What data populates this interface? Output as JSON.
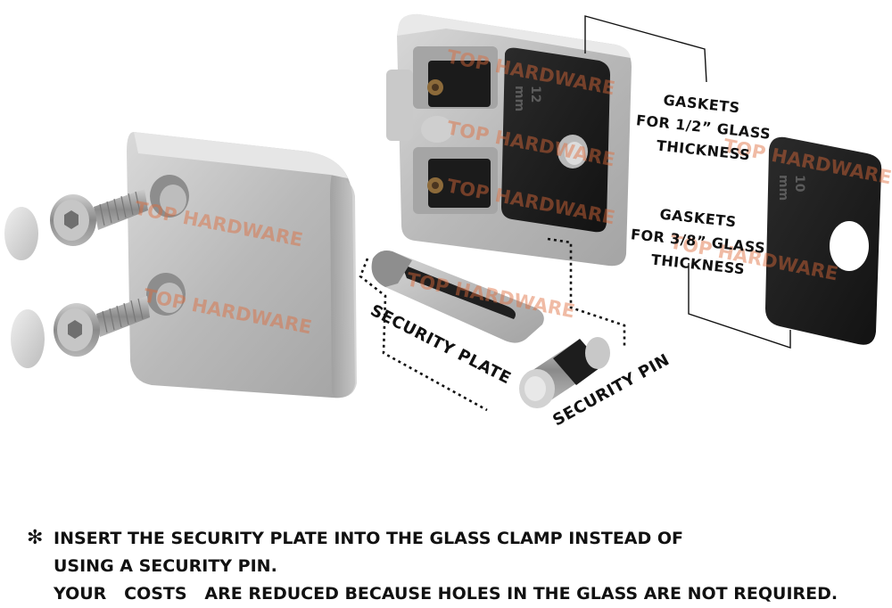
{
  "labels": {
    "gaskets_half": [
      "GASKETS",
      "FOR 1/2” GLASS",
      "THICKNESS"
    ],
    "gaskets_3_8": [
      "GASKETS",
      "FOR 3/8” GLASS",
      "THICKNESS"
    ],
    "security_plate": "SECURITY PLATE",
    "security_pin": "SECURITY PIN"
  },
  "gasket_marks": {
    "thick": [
      "12",
      "mm"
    ],
    "thin": [
      "10",
      "mm"
    ]
  },
  "watermark": "TOP HARDWARE",
  "notes": {
    "asterisk": "✻",
    "line1": "INSERT THE SECURITY PLATE INTO THE GLASS CLAMP INSTEAD OF",
    "line2": "USING A SECURITY PIN.",
    "line3": "YOUR   COSTS   ARE REDUCED BECAUSE HOLES IN THE GLASS ARE NOT REQUIRED."
  }
}
